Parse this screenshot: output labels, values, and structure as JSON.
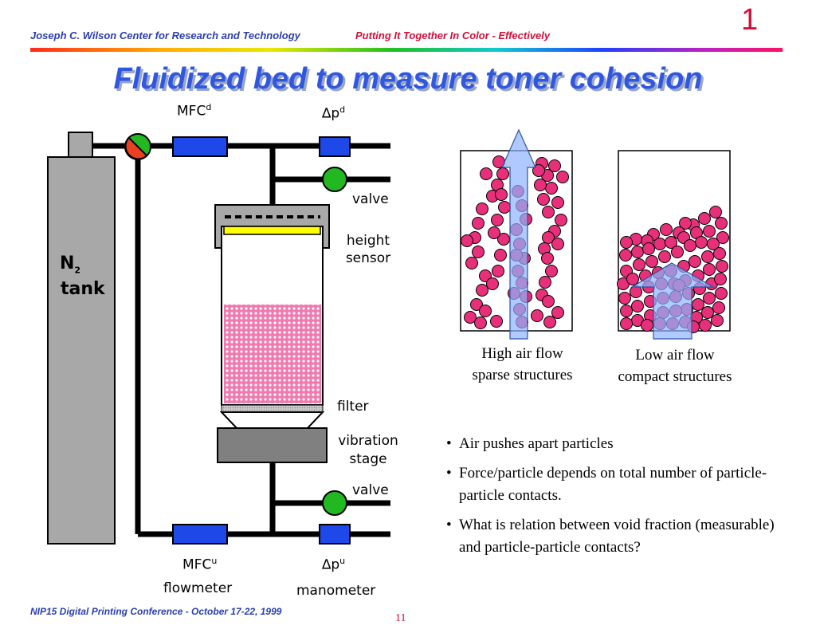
{
  "header": {
    "left": "Joseph C. Wilson Center for Research and Technology",
    "right": "Putting It Together In Color - Effectively",
    "slide_number": "1"
  },
  "title": "Fluidized bed to measure toner cohesion",
  "diagram": {
    "tank": {
      "label": "N",
      "sub": "2",
      "label2": "tank"
    },
    "mfc_d": {
      "label": "MFC",
      "sup": "d"
    },
    "dp_d": {
      "label": "∆p",
      "sup": "d"
    },
    "valve_top": "valve",
    "height_sensor_1": "height",
    "height_sensor_2": "sensor",
    "filter": "filter",
    "vibration_1": "vibration",
    "vibration_2": "stage",
    "valve_bottom": "valve",
    "mfc_u": {
      "label": "MFC",
      "sup": "u"
    },
    "dp_u": {
      "label": "∆p",
      "sup": "u"
    },
    "flowmeter": "flowmeter",
    "manometer": "manometer"
  },
  "insets": {
    "high": {
      "line1": "High air flow",
      "line2": "sparse structures"
    },
    "low": {
      "line1": "Low air flow",
      "line2": "compact structures"
    }
  },
  "bullets": [
    "Air pushes apart particles",
    "Force/particle depends on total number of particle-particle contacts.",
    "What is relation between void fraction (measurable) and particle-particle contacts?"
  ],
  "footer": "NIP15 Digital Printing Conference - October 17-22, 1999",
  "page_number": "11",
  "colors": {
    "accent_blue": "#2f57e0",
    "accent_red": "#d0103a",
    "device_blue": "#1f48e8",
    "valve_green": "#22b822",
    "particle_pink": "#e8307a"
  }
}
